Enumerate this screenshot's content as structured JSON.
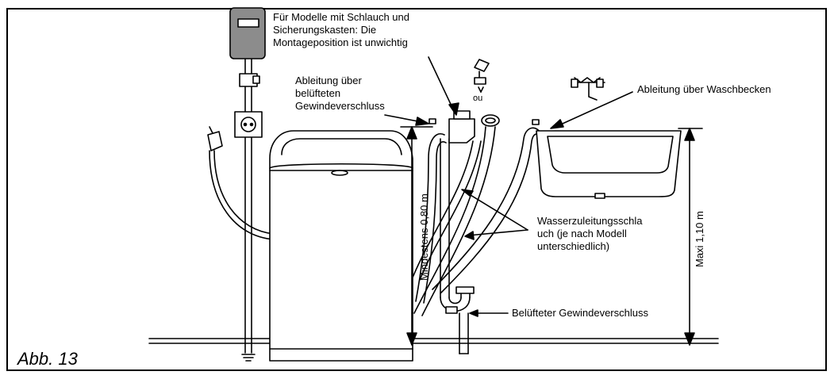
{
  "title_partial": "",
  "labels": {
    "hose_box_line1": "Für Modelle mit Schlauch und",
    "hose_box_line2": "Sicherungskasten: Die",
    "hose_box_line3": "Montageposition ist unwichtig",
    "vented_drain_line1": "Ableitung über",
    "vented_drain_line2": "belüfteten",
    "vented_drain_line3": "Gewindeverschluss",
    "ou": "ou",
    "sink_drain": "Ableitung über Waschbecken",
    "supply_hose_line1": "Wasserzuleitungsschla",
    "supply_hose_line2": "uch (je nach Modell",
    "supply_hose_line3": "unterschiedlich)",
    "min_height": "Mindestens 0,80 m",
    "max_height": "Maxi 1,10 m",
    "vented_cap": "Belüfteter Gewindeverschluss",
    "figure": "Abb. 13"
  },
  "colors": {
    "line": "#000000",
    "box_fill": "#8c8c8c",
    "paper": "#ffffff"
  }
}
